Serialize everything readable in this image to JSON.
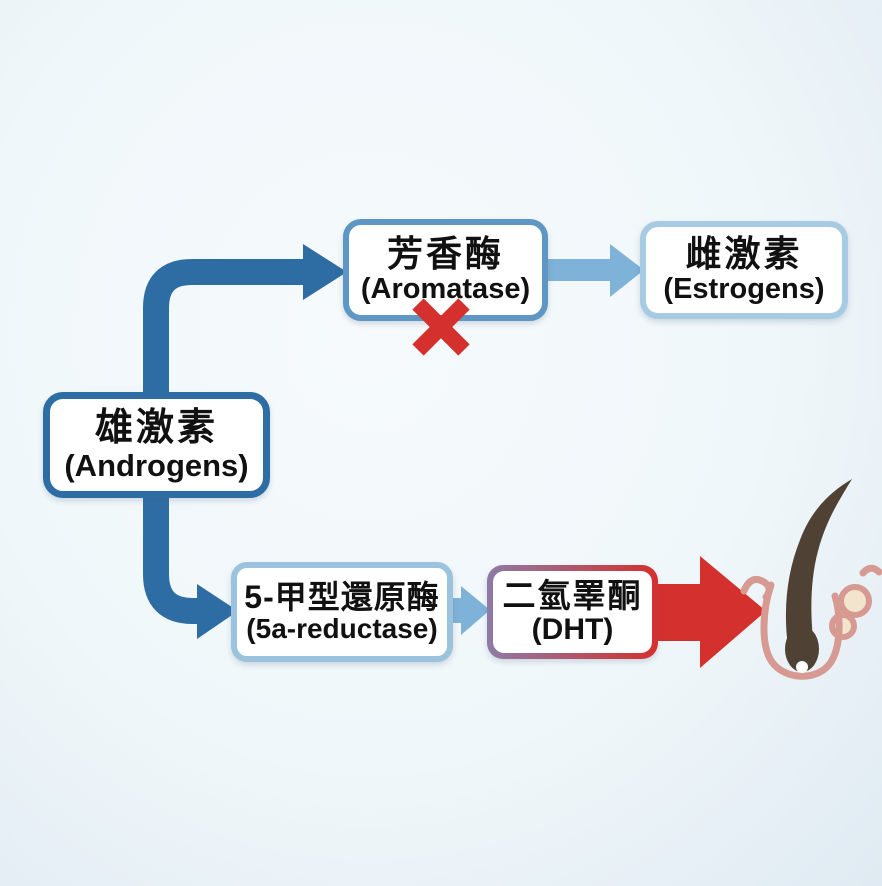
{
  "background": {
    "base": "#f6fafc",
    "edge": "#dfeaf2"
  },
  "colors": {
    "dark_blue": "#2e6da4",
    "mid_blue": "#5f97c4",
    "light_blue": "#a6cbe2",
    "pale_blue": "#9cc3dd",
    "arrow_blue": "#7fb2d8",
    "red": "#d4302e",
    "purple": "#8d7ba6",
    "text": "#111111",
    "hair_brown": "#4f4134",
    "skin_pink": "#d79a92",
    "gland_beige": "#f2e4cd"
  },
  "nodes": {
    "androgens": {
      "zh": "雄激素",
      "en": "(Androgens)"
    },
    "aromatase": {
      "zh": "芳香酶",
      "en": "(Aromatase)"
    },
    "estrogens": {
      "zh": "雌激素",
      "en": "(Estrogens)"
    },
    "reductase": {
      "zh": "5-甲型還原酶",
      "en": "(5a-reductase)"
    },
    "dht": {
      "zh": "二氫睪酮",
      "en": "(DHT)"
    }
  },
  "icons": {
    "blocked": "red-x-blocked-icon",
    "target": "hair-follicle-icon"
  }
}
